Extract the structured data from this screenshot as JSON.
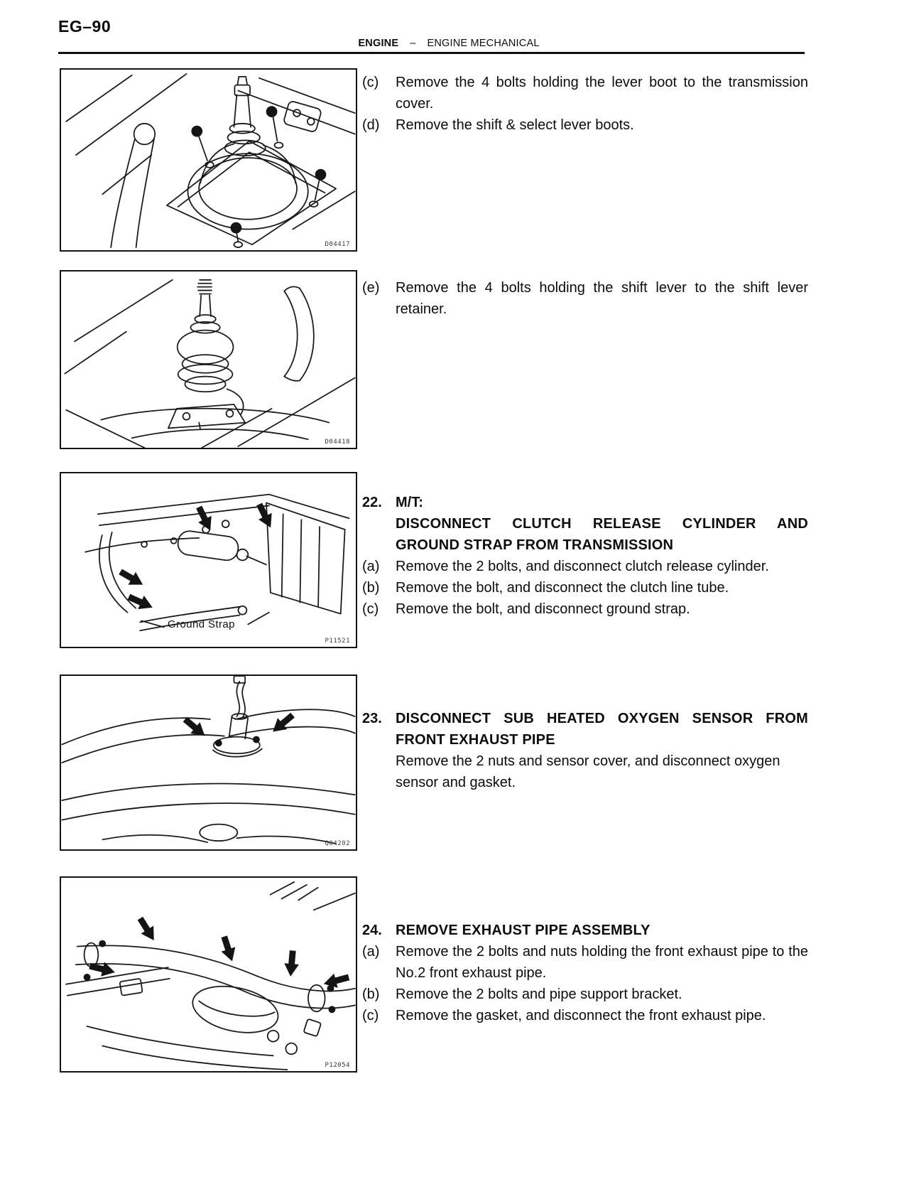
{
  "page": {
    "code": "EG–90",
    "header": {
      "section": "ENGINE",
      "dash": "–",
      "subsection": "ENGINE MECHANICAL"
    }
  },
  "figures": [
    {
      "code": "D04417"
    },
    {
      "code": "D04418"
    },
    {
      "code": "P11521",
      "callout": "Ground Strap"
    },
    {
      "code": "Q04202"
    },
    {
      "code": "P12054"
    }
  ],
  "blocks": {
    "steps_cd": [
      {
        "label": "(c)",
        "text": "Remove the 4 bolts holding the lever boot to the transmission cover."
      },
      {
        "label": "(d)",
        "text": "Remove the shift & select lever boots."
      }
    ],
    "steps_e": [
      {
        "label": "(e)",
        "text": "Remove the 4 bolts holding the shift lever to the shift lever retainer."
      }
    ],
    "section22": {
      "number": "22.",
      "pretitle": "M/T:",
      "title_lines": [
        "DISCONNECT CLUTCH RELEASE CYLINDER AND",
        "GROUND STRAP FROM TRANSMISSION"
      ],
      "steps": [
        {
          "label": "(a)",
          "text": "Remove the 2 bolts, and disconnect clutch release cylinder."
        },
        {
          "label": "(b)",
          "text": "Remove the bolt, and disconnect the clutch line tube."
        },
        {
          "label": "(c)",
          "text": "Remove the bolt, and disconnect ground strap."
        }
      ]
    },
    "section23": {
      "number": "23.",
      "title_lines": [
        "DISCONNECT SUB HEATED OXYGEN SENSOR FROM",
        "FRONT EXHAUST PIPE"
      ],
      "body": "Remove the 2 nuts and sensor cover, and disconnect oxygen sensor and gasket."
    },
    "section24": {
      "number": "24.",
      "title": "REMOVE EXHAUST PIPE ASSEMBLY",
      "steps": [
        {
          "label": "(a)",
          "text": "Remove the 2 bolts and nuts holding the front exhaust pipe to the No.2 front exhaust pipe."
        },
        {
          "label": "(b)",
          "text": "Remove the 2 bolts and pipe support bracket."
        },
        {
          "label": "(c)",
          "text": "Remove the gasket, and disconnect the front exhaust pipe."
        }
      ]
    }
  }
}
